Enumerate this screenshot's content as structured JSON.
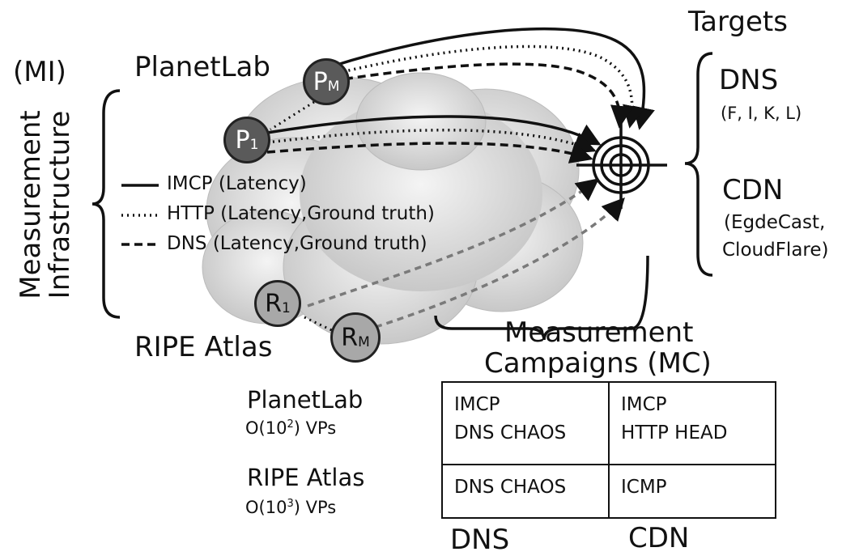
{
  "mi": {
    "abbr": "(MI)",
    "label_line1": "Measurement",
    "label_line2": "Infrastructure"
  },
  "nodes": {
    "planetlab_label": "PlanetLab",
    "ripe_label": "RIPE Atlas",
    "pm": {
      "main": "P",
      "sub": "M"
    },
    "p1": {
      "main": "P",
      "sub": "1"
    },
    "r1": {
      "main": "R",
      "sub": "1"
    },
    "rm": {
      "main": "R",
      "sub": "M"
    }
  },
  "legend": [
    {
      "style": "solid",
      "label": "IMCP (Latency)"
    },
    {
      "style": "dotted",
      "label": "HTTP (Latency,Ground truth)"
    },
    {
      "style": "dashed",
      "label": "DNS (Latency,Ground truth)"
    }
  ],
  "targets": {
    "title": "Targets",
    "dns": {
      "name": "DNS",
      "detail": "(F, I, K, L)"
    },
    "cdn": {
      "name": "CDN",
      "detail_line1": "(EgdeCast,",
      "detail_line2": "CloudFlare)"
    }
  },
  "campaigns": {
    "title_line1": "Measurement",
    "title_line2": "Campaigns (MC)",
    "rows": [
      {
        "platform": "PlanetLab",
        "scale_prefix": "O(10",
        "scale_exp": "2",
        "scale_suffix": ") VPs",
        "dns_cell": [
          "IMCP",
          "DNS CHAOS"
        ],
        "cdn_cell": [
          "IMCP",
          "HTTP HEAD"
        ]
      },
      {
        "platform": "RIPE Atlas",
        "scale_prefix": "O(10",
        "scale_exp": "3",
        "scale_suffix": ") VPs",
        "dns_cell": [
          "DNS CHAOS"
        ],
        "cdn_cell": [
          "ICMP"
        ]
      }
    ],
    "col_dns": "DNS",
    "col_cdn": "CDN"
  },
  "colors": {
    "cloud": "#d6d6d6",
    "planetlab_node": "#5a5a5a",
    "ripe_node": "#a8a8a8",
    "ripe_path": "#7a7a7a",
    "ink": "#111111"
  }
}
